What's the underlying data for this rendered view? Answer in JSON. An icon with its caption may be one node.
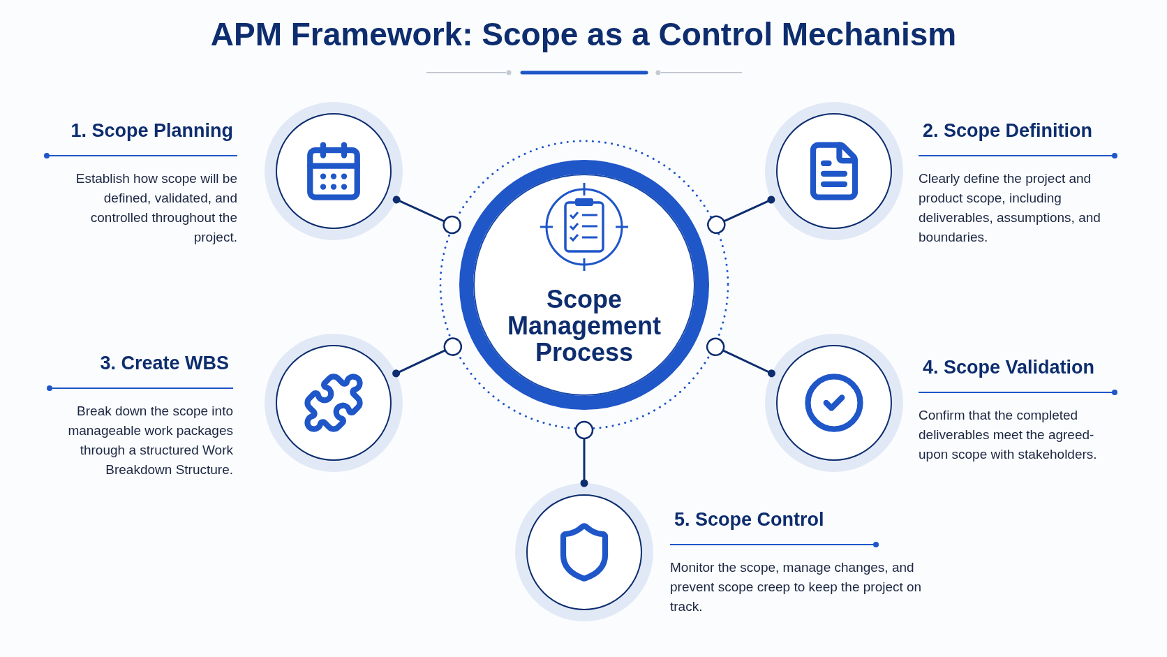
{
  "diagram": {
    "title": "APM Framework: Scope as a Control Mechanism",
    "nodes": [
      {
        "text": [
          "Scope Management Process"
        ]
      },
      {
        "text": [],
        "shape": "circle",
        "beside": [
          "1. Scope Planning",
          "Establish how scope will be defined, validated, and controlled throughout the project."
        ]
      },
      {
        "text": [],
        "shape": "circle",
        "beside": [
          "2. Scope Definition",
          "Clearly define the project and product scope, including deliverables, assumptions, and boundaries."
        ]
      },
      {
        "text": [],
        "shape": "circle",
        "beside": [
          "3. Create WBS",
          "Break down the scope into manageable work packages through a structured Work Breakdown Structure."
        ]
      },
      {
        "text": [],
        "shape": "circle",
        "beside": [
          "4. Scope Validation",
          "Confirm that the completed deliverables meet the agreed-upon scope with stakeholders."
        ]
      },
      {
        "text": [],
        "shape": "circle",
        "beside": [
          "5. Scope Control",
          "Monitor the scope, manage changes, and prevent scope creep to keep the project on track."
        ]
      }
    ],
    "edges": [
      {
        "from": 0,
        "to": 1,
        "arrow": "other"
      },
      {
        "from": 0,
        "to": 2,
        "arrow": "other"
      },
      {
        "from": 0,
        "to": 3,
        "arrow": "other"
      },
      {
        "from": 0,
        "to": 4,
        "arrow": "other"
      },
      {
        "from": 0,
        "to": 5,
        "arrow": "other"
      }
    ]
  }
}
